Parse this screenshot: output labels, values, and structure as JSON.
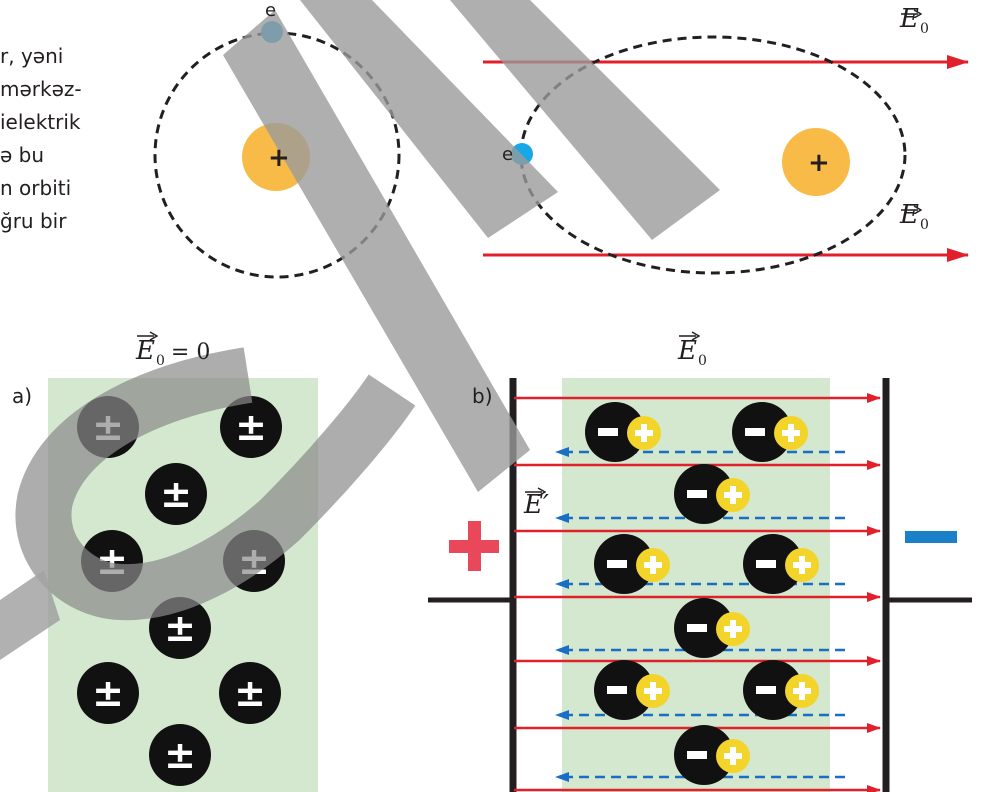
{
  "text_fragments": [
    "r, yəni",
    "mərkəz-",
    "ielektrik",
    "ə bu",
    "n orbiti",
    "ğru bir"
  ],
  "atom_left": {
    "electron_label": "e",
    "nucleus_symbol": "+"
  },
  "atom_right": {
    "electron_label": "e",
    "nucleus_symbol": "+",
    "field_symbol": "E",
    "field_subscript": "0"
  },
  "panel_a": {
    "label": "a)",
    "field_symbol": "E",
    "field_subscript": "0",
    "field_value": "= 0",
    "dipole_symbol": "±"
  },
  "panel_b": {
    "label": "b)",
    "field_symbol": "E",
    "field_subscript": "0",
    "induced_field_symbol": "E′",
    "positive_plate_sign": "+",
    "negative_plate_sign": "−",
    "dipole_negative": "−",
    "dipole_positive": "+"
  },
  "colors": {
    "external_field": "#e0202a",
    "induced_field": "#1a6fc4",
    "dielectric": "#d4e8cf",
    "nucleus": "#f8bb48",
    "electron": "#18a8e6",
    "watermark": "#9a9a9a",
    "plus_plate": "#e8485a",
    "minus_plate": "#1a80c8",
    "dipole_positive": "#f3d42a"
  }
}
